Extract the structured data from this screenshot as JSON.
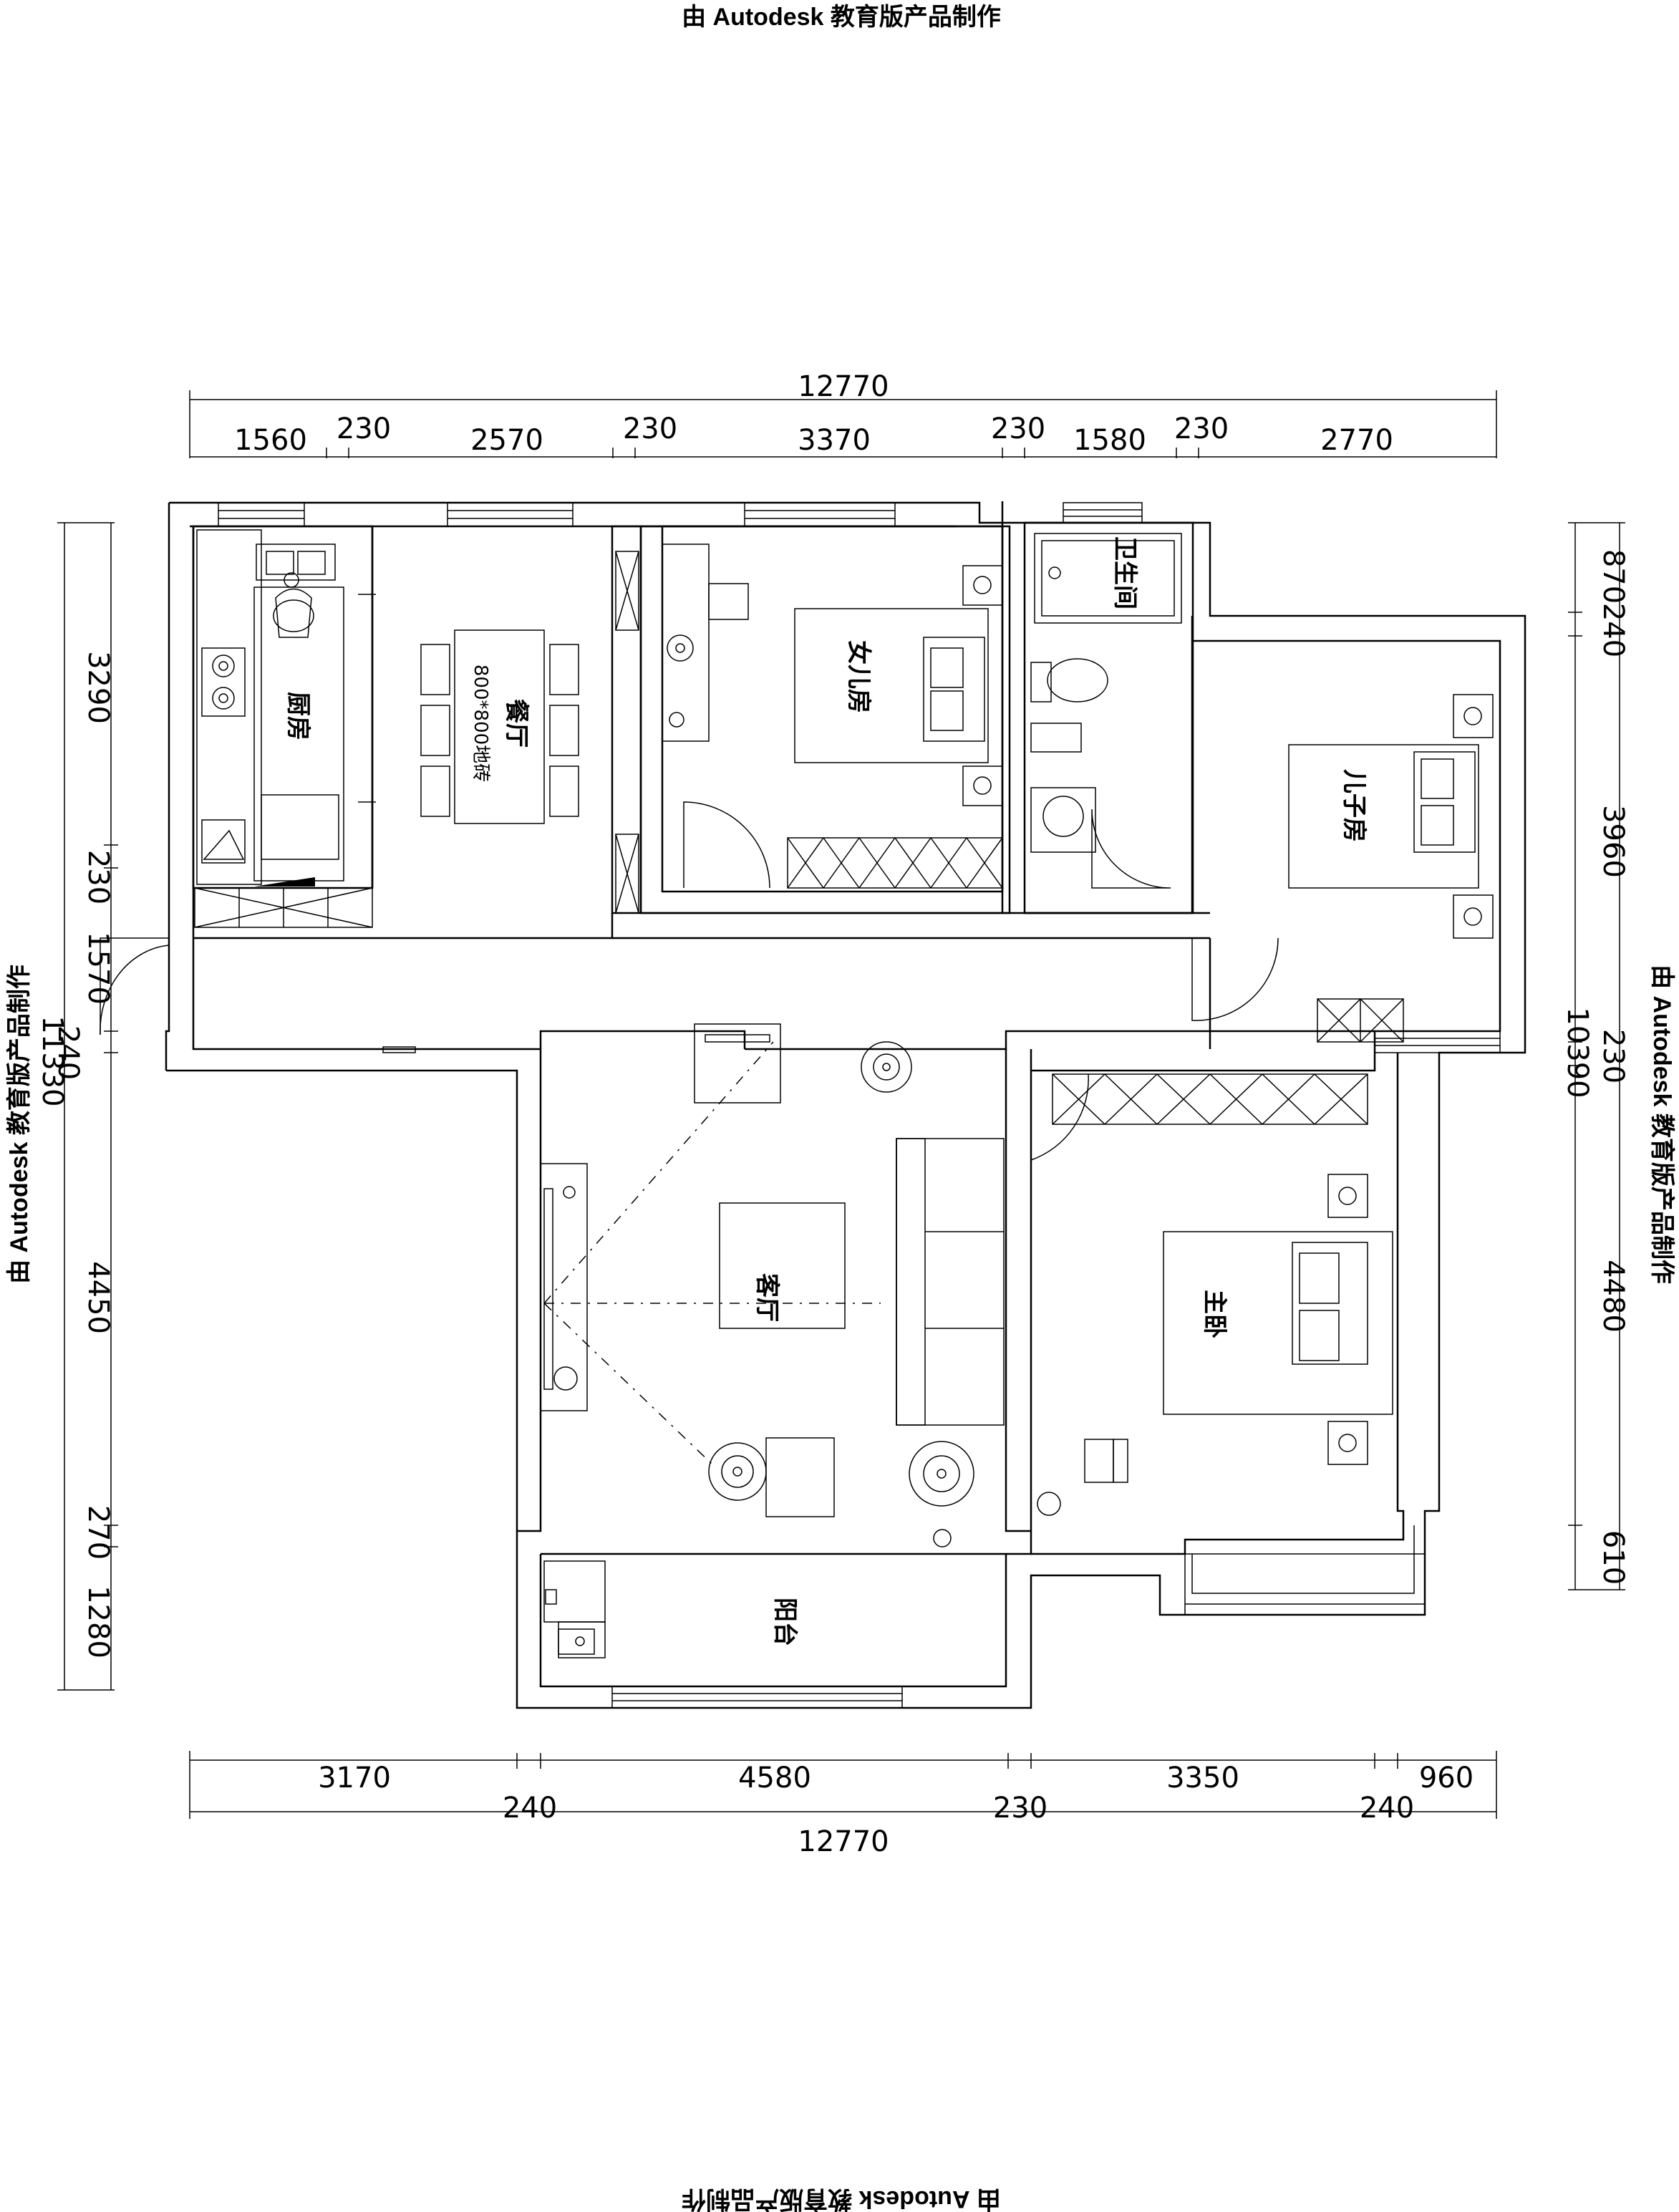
{
  "watermarks": {
    "top": "由 Autodesk 教育版产品制作",
    "bottom": "由 Autodesk 教育版产品制作",
    "left": "由 Autodesk 教育版产品制作",
    "right": "由 Autodesk 教育版产品制作"
  },
  "dimensions": {
    "top_total": "12770",
    "top_segments": [
      "1560",
      "230",
      "2570",
      "230",
      "3370",
      "230",
      "1580",
      "230",
      "2770"
    ],
    "bottom_segments": [
      "3170",
      "4580",
      "3350",
      "960"
    ],
    "bottom_sub": [
      "240",
      "230",
      "240"
    ],
    "bottom_total": "12770",
    "left_segments": [
      "3290",
      "230",
      "1570",
      "240",
      "4450",
      "270",
      "1280"
    ],
    "left_total": "11330",
    "right_segments": [
      "870",
      "240",
      "3960",
      "230",
      "4480",
      "610"
    ],
    "right_total": "10390"
  },
  "rooms": {
    "kitchen": "厨房",
    "dining": "餐厅",
    "dining_note": "800*800地砖",
    "daughter": "女儿房",
    "bathroom": "卫生间",
    "son": "儿子房",
    "living": "客厅",
    "master": "主卧",
    "balcony": "阳台"
  }
}
